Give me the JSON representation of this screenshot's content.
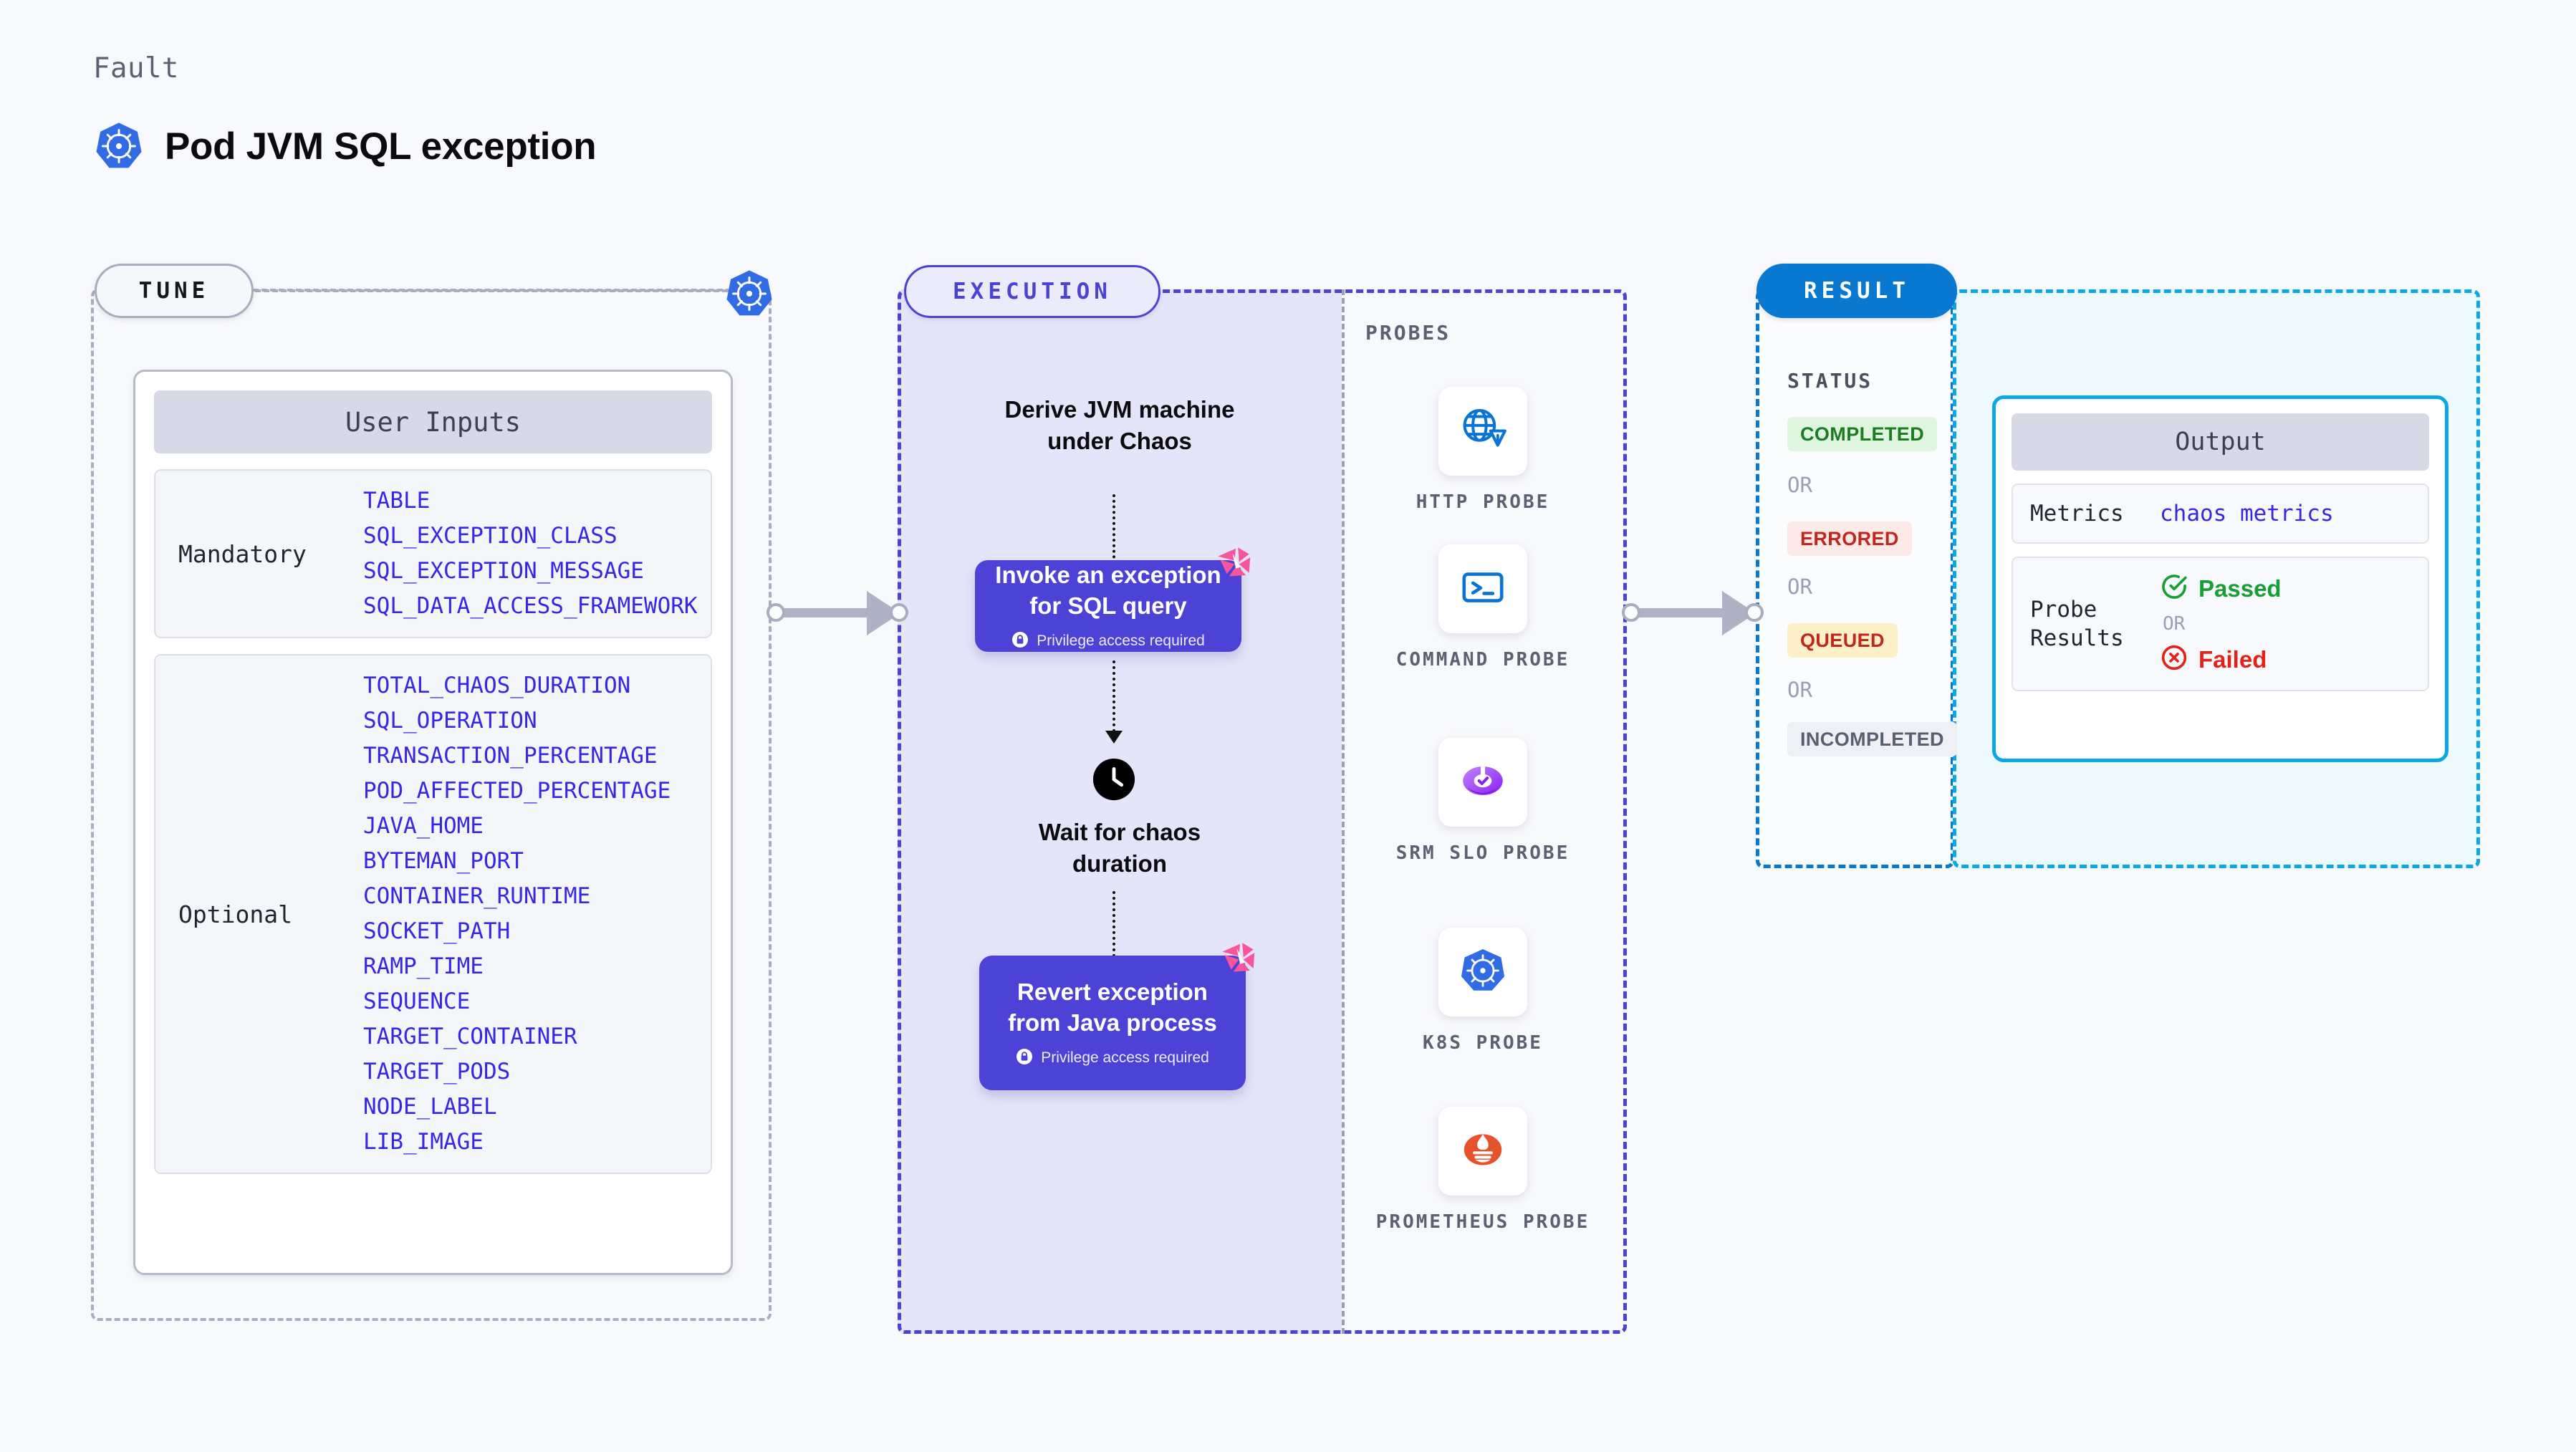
{
  "header": {
    "kicker": "Fault",
    "title": "Pod JVM SQL exception",
    "logo_icon": "kubernetes-icon"
  },
  "sections": {
    "tune_label": "TUNE",
    "execution_label": "EXECUTION",
    "result_label": "RESULT",
    "probes_label": "PROBES"
  },
  "tune": {
    "card_title": "User Inputs",
    "groups": [
      {
        "label": "Mandatory",
        "items": [
          "TABLE",
          "SQL_EXCEPTION_CLASS",
          "SQL_EXCEPTION_MESSAGE",
          "SQL_DATA_ACCESS_FRAMEWORK"
        ]
      },
      {
        "label": "Optional",
        "items": [
          "TOTAL_CHAOS_DURATION",
          "SQL_OPERATION",
          "TRANSACTION_PERCENTAGE",
          "POD_AFFECTED_PERCENTAGE",
          "JAVA_HOME",
          "BYTEMAN_PORT",
          "CONTAINER_RUNTIME",
          "SOCKET_PATH",
          "RAMP_TIME",
          "SEQUENCE",
          "TARGET_CONTAINER",
          "TARGET_PODS",
          "NODE_LABEL",
          "LIB_IMAGE"
        ]
      }
    ]
  },
  "execution": {
    "steps": [
      {
        "kind": "text",
        "title": "Derive JVM machine\nunder Chaos"
      },
      {
        "kind": "box",
        "title": "Invoke an exception\nfor SQL query",
        "note": "Privilege access required",
        "note_icon": "lock-icon",
        "badge_icon": "litmus-badge-icon"
      },
      {
        "kind": "icon-text",
        "icon": "clock-icon",
        "title": "Wait for chaos\nduration"
      },
      {
        "kind": "box",
        "title": "Revert exception\nfrom Java process",
        "note": "Privilege access required",
        "note_icon": "lock-icon",
        "badge_icon": "litmus-badge-icon"
      }
    ]
  },
  "probes": [
    {
      "name": "HTTP PROBE",
      "icon": "globe-warning-icon"
    },
    {
      "name": "COMMAND PROBE",
      "icon": "terminal-icon"
    },
    {
      "name": "SRM SLO PROBE",
      "icon": "srm-slo-icon"
    },
    {
      "name": "K8S PROBE",
      "icon": "kubernetes-icon"
    },
    {
      "name": "PROMETHEUS PROBE",
      "icon": "prometheus-icon"
    }
  ],
  "result": {
    "status_label": "STATUS",
    "or_label": "OR",
    "statuses": [
      {
        "text": "COMPLETED",
        "color": "#1a7d22",
        "bg": "#dff5e0"
      },
      {
        "text": "ERRORED",
        "color": "#c1271c",
        "bg": "#fdeae8"
      },
      {
        "text": "QUEUED",
        "color": "#c1271c",
        "bg": "#fdefc8"
      },
      {
        "text": "INCOMPLETED",
        "color": "#595f72",
        "bg": "#eef0f5"
      }
    ]
  },
  "output": {
    "card_title": "Output",
    "metrics_label": "Metrics",
    "metrics_value": "chaos metrics",
    "probe_results_label": "Probe\nResults",
    "or_label": "OR",
    "passed_text": "Passed",
    "passed_icon": "check-circle-icon",
    "passed_color": "#17a032",
    "failed_text": "Failed",
    "failed_icon": "x-circle-icon",
    "failed_color": "#e1231a"
  },
  "colors": {
    "page_bg": "#f8f9fc",
    "accent_purple": "#4c42d6",
    "accent_blue": "#0878d0",
    "accent_cyan": "#0aa8e8",
    "param_blue": "#3626e8",
    "k8s_blue": "#326ce5",
    "badge_pink": "#f8559a"
  }
}
